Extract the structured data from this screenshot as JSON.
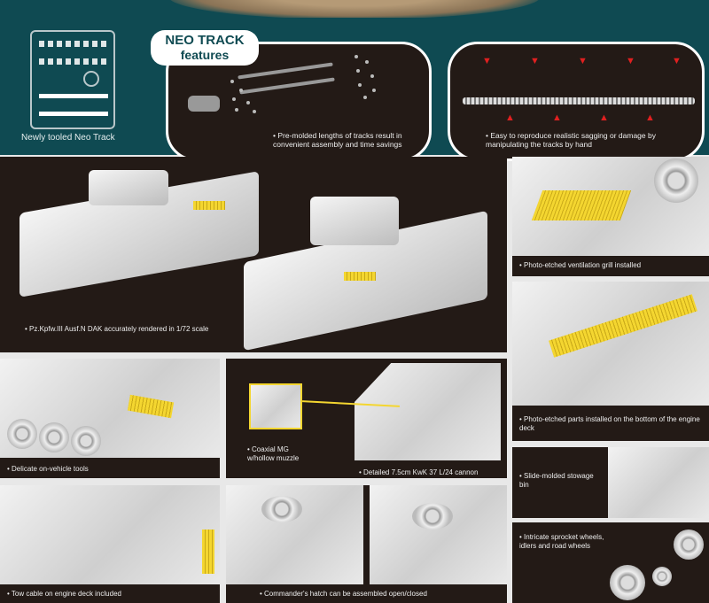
{
  "header": {
    "sprue_label": "Newly tooled Neo Track",
    "badge_line1": "NEO TRACK",
    "badge_line2": "features",
    "feature1": "Pre-molded lengths of tracks result in convenient assembly and time savings",
    "feature2": "Easy to reproduce realistic sagging or damage by manipulating the tracks by hand"
  },
  "panels": {
    "main": "Pz.Kpfw.III Ausf.N DAK accurately rendered in 1/72 scale",
    "vent": "Photo-etched ventilation grill installed",
    "engine_deck": "Photo-etched parts installed on the bottom of the engine deck",
    "tools": "Delicate on-vehicle tools",
    "coax": "Coaxial MG w/hollow muzzle",
    "cannon": "Detailed 7.5cm KwK 37 L/24 cannon",
    "stowage": "Slide-molded stowage bin",
    "tow": "Tow cable on engine deck included",
    "hatch": "Commander's hatch can be assembled open/closed",
    "sprocket": "Intricate sprocket wheels, idlers and road wheels"
  },
  "colors": {
    "teal": "#0f4a52",
    "dark": "#231a16",
    "accent_yellow": "#f4d630",
    "arrow_red": "#e02020"
  }
}
